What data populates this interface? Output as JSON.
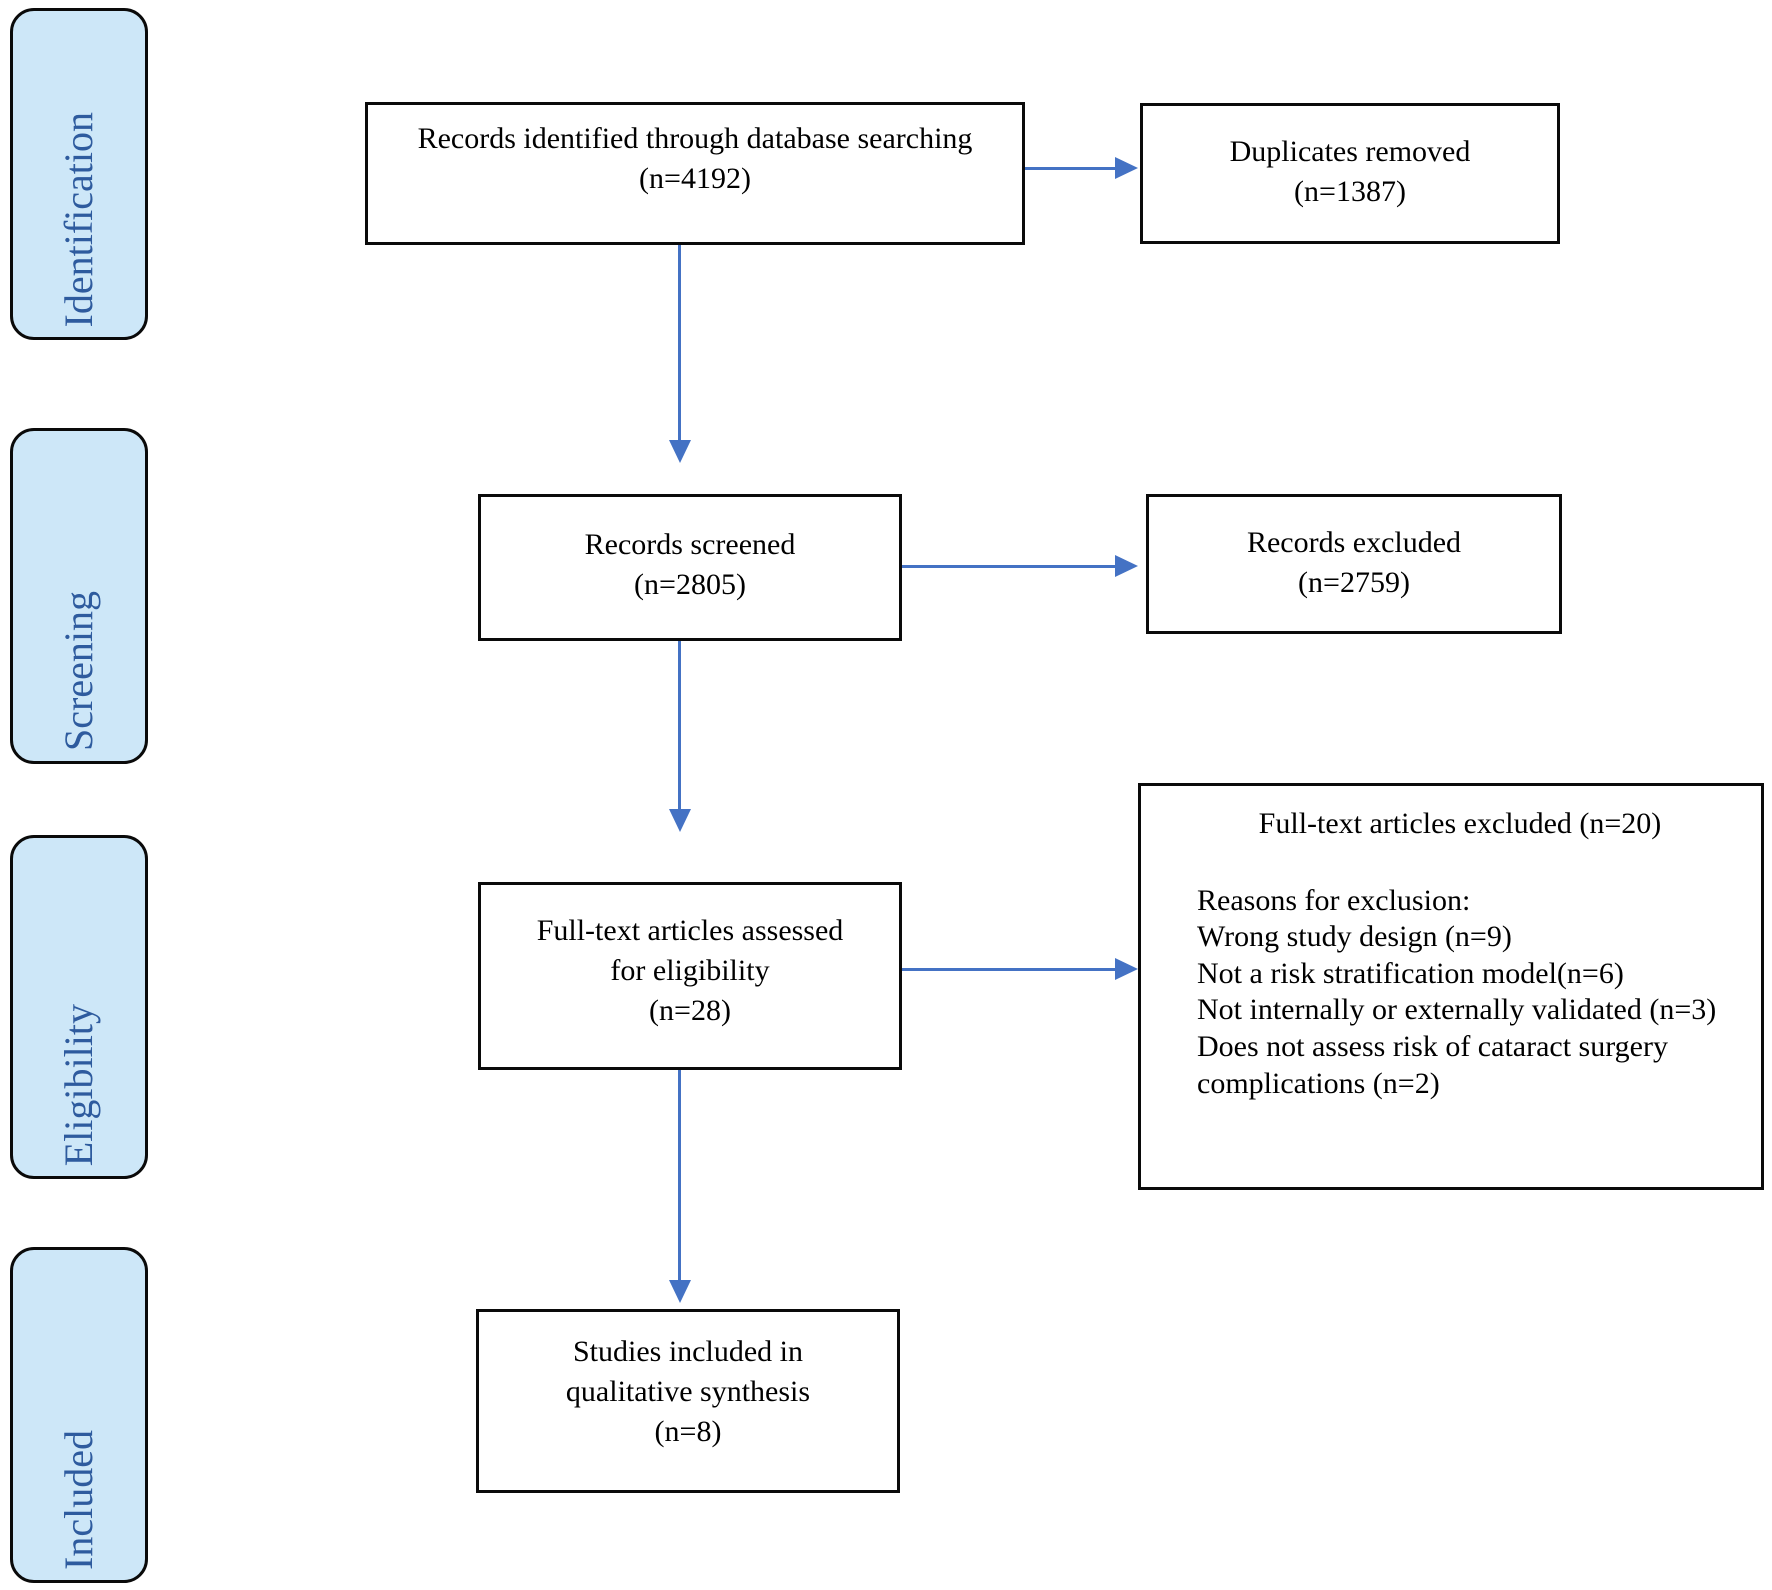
{
  "colors": {
    "arrow_blue": "#4472C4",
    "stage_fill": "#CDE7F8",
    "stage_text_blue": "#2E5B9E",
    "box_border": "#0a0a0a",
    "box_fill": "#ffffff"
  },
  "stages": {
    "identification": "Identification",
    "screening": "Screening",
    "eligibility": "Eligibility",
    "included": "Included"
  },
  "boxes": {
    "records_identified": {
      "line1": "Records identified through database searching",
      "line2": "(n=4192)"
    },
    "duplicates_removed": {
      "line1": "Duplicates removed",
      "line2": "(n=1387)"
    },
    "records_screened": {
      "line1": "Records screened",
      "line2": "(n=2805)"
    },
    "records_excluded": {
      "line1": "Records excluded",
      "line2": "(n=2759)"
    },
    "full_text_assessed": {
      "line1": "Full-text articles assessed",
      "line2": "for eligibility",
      "line3": "(n=28)"
    },
    "full_text_excluded": {
      "title": "Full-text articles excluded (n=20)",
      "reasons": [
        "Reasons for exclusion:",
        "Wrong study design (n=9)",
        "Not a risk stratification model(n=6)",
        "Not internally or externally validated (n=3)",
        "Does not assess risk of cataract surgery complications (n=2)"
      ]
    },
    "studies_included": {
      "line1": "Studies included in",
      "line2": "qualitative synthesis",
      "line3": "(n=8)"
    }
  }
}
